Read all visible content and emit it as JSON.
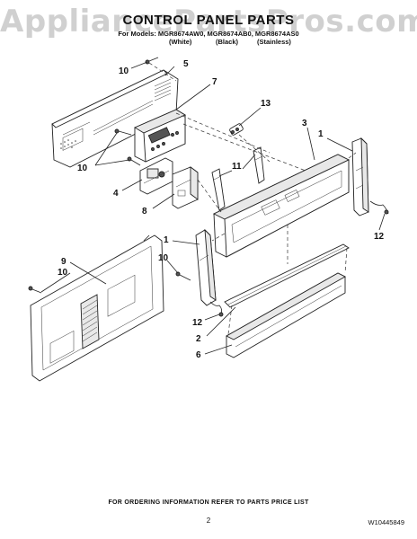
{
  "watermark": "AppliancePartsPros.com",
  "header": {
    "title": "CONTROL PANEL PARTS",
    "models_line": "For Models: MGR8674AW0, MGR8674AB0, MGR8674AS0",
    "finish_white": "(White)",
    "finish_black": "(Black)",
    "finish_stainless": "(Stainless)"
  },
  "callouts": {
    "c10a": "10",
    "c5": "5",
    "c7": "7",
    "c13": "13",
    "c3": "3",
    "c1a": "1",
    "c10b": "10",
    "c11": "11",
    "c4": "4",
    "c8": "8",
    "c12a": "12",
    "c1b": "1",
    "c9": "9",
    "c10c": "10",
    "c10d": "10",
    "c12b": "12",
    "c2": "2",
    "c6": "6"
  },
  "footer": {
    "ordering_note": "FOR ORDERING INFORMATION REFER TO PARTS PRICE LIST",
    "page_number": "2",
    "document_number": "W10445849"
  }
}
